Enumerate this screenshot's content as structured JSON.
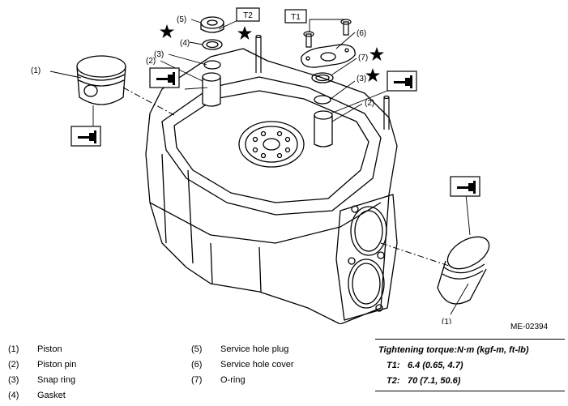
{
  "figure_code": "ME-02394",
  "callouts": {
    "piston_left": "(1)",
    "piston_right": "(1)",
    "pin_left": "(2)",
    "pin_right": "(2)",
    "snap_left": "(3)",
    "snap_right": "(3)",
    "gasket": "(4)",
    "plug": "(5)",
    "cover": "(6)",
    "oring": "(7)"
  },
  "torque_tags": {
    "t1": "T1",
    "t2": "T2"
  },
  "legend": {
    "col1": [
      {
        "num": "(1)",
        "label": "Piston"
      },
      {
        "num": "(2)",
        "label": "Piston pin"
      },
      {
        "num": "(3)",
        "label": "Snap ring"
      },
      {
        "num": "(4)",
        "label": "Gasket"
      }
    ],
    "col2": [
      {
        "num": "(5)",
        "label": "Service hole plug"
      },
      {
        "num": "(6)",
        "label": "Service hole cover"
      },
      {
        "num": "(7)",
        "label": "O-ring"
      }
    ]
  },
  "torque": {
    "title": "Tightening torque:N·m (kgf-m, ft-lb)",
    "rows": [
      {
        "key": "T1:",
        "value": "6.4 (0.65, 4.7)"
      },
      {
        "key": "T2:",
        "value": "70 (7.1, 50.6)"
      }
    ]
  }
}
